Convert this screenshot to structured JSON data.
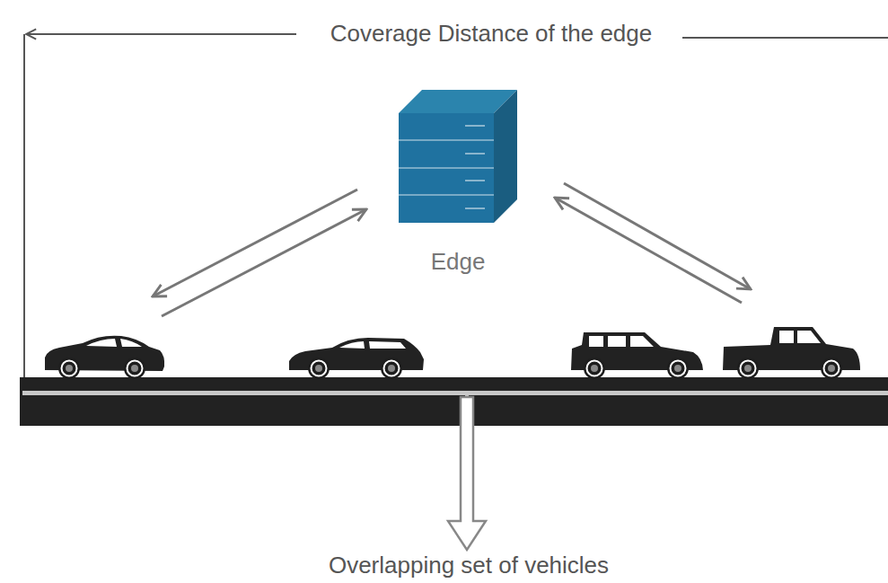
{
  "diagram": {
    "nodes": [
      {
        "text": [
          "Edge"
        ]
      }
    ],
    "labels": [
      "Coverage Distance of the edge",
      "Overlapping set of vehicles"
    ]
  }
}
